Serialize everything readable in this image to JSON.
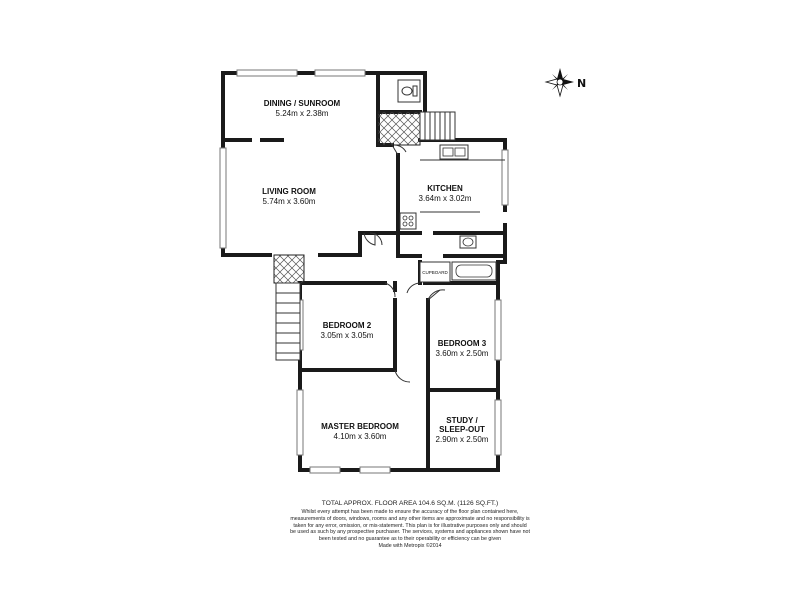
{
  "rooms": {
    "dining": {
      "name": "DINING / SUNROOM",
      "dims": "5.24m x 2.38m"
    },
    "living": {
      "name": "LIVING ROOM",
      "dims": "5.74m x 3.60m"
    },
    "kitchen": {
      "name": "KITCHEN",
      "dims": "3.64m x 3.02m"
    },
    "bedroom2": {
      "name": "BEDROOM 2",
      "dims": "3.05m x 3.05m"
    },
    "bedroom3": {
      "name": "BEDROOM 3",
      "dims": "3.60m x 2.50m"
    },
    "master": {
      "name": "MASTER BEDROOM",
      "dims": "4.10m x 3.60m"
    },
    "study": {
      "name_line1": "STUDY /",
      "name_line2": "SLEEP-OUT",
      "dims": "2.90m x 2.50m"
    },
    "cupboard": {
      "name": "CUPBOARD"
    }
  },
  "compass": {
    "label": "N"
  },
  "footer": {
    "total": "TOTAL APPROX. FLOOR AREA 104.6 SQ.M. (1126 SQ.FT.)",
    "disclaimer": "Whilst every attempt has been made to ensure the accuracy of the floor plan contained here, measurements of doors, windows, rooms and any other items are approximate and no responsibility is taken for any error, omission, or mis-statement. This plan is for illustrative purposes only and should be used as such by any prospective purchaser. The services, systems and appliances shown have not been tested and no guarantee as to their operability or efficiency can be given",
    "made_with": "Made with Metropix ©2014"
  }
}
